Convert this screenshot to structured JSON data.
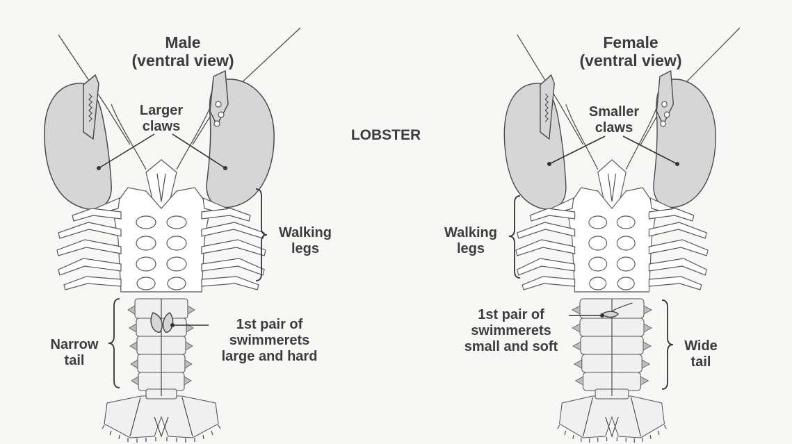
{
  "center_title": "LOBSTER",
  "male": {
    "title_line1": "Male",
    "title_line2": "(ventral view)",
    "claws_line1": "Larger",
    "claws_line2": "claws",
    "legs_line1": "Walking",
    "legs_line2": "legs",
    "tail_line1": "Narrow",
    "tail_line2": "tail",
    "swim_line1": "1st pair of",
    "swim_line2": "swimmerets",
    "swim_line3": "large and hard"
  },
  "female": {
    "title_line1": "Female",
    "title_line2": "(ventral view)",
    "claws_line1": "Smaller",
    "claws_line2": "claws",
    "legs_line1": "Walking",
    "legs_line2": "legs",
    "tail_line1": "Wide",
    "tail_line2": "tail",
    "swim_line1": "1st pair of",
    "swim_line2": "swimmerets",
    "swim_line3": "small and soft"
  }
}
